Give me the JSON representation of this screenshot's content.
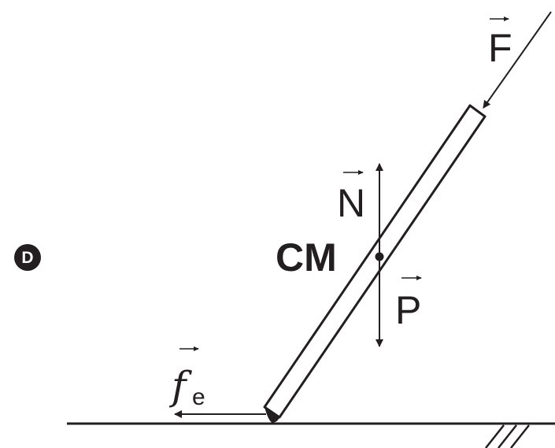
{
  "option_label": "D",
  "labels": {
    "center_of_mass": "CM",
    "force_applied": "F",
    "normal_force": "N",
    "weight": "P",
    "friction_symbol": "f",
    "friction_subscript": "e"
  },
  "colors": {
    "ink": "#231f20",
    "background": "#ffffff"
  }
}
